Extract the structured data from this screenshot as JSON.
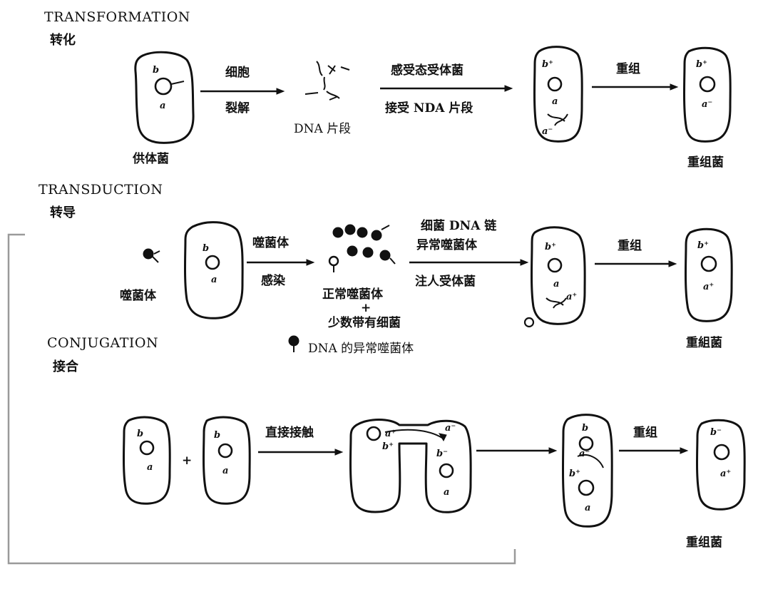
{
  "transformation": {
    "title_en": "TRANSFORMATION",
    "title_zh": "转化",
    "donor_label": "供体菌",
    "step1_top": "细胞",
    "step1_bottom": "裂解",
    "fragments_label": "DNA 片段",
    "step2_top": "感受态受体菌",
    "step2_bottom": "接受 NDA 片段",
    "step3_top": "重组",
    "result_label": "重组菌"
  },
  "transduction": {
    "title_en": "TRANSDUCTION",
    "title_zh": "转导",
    "phage_label": "噬菌体",
    "step1_top": "噬菌体",
    "step1_bottom": "感染",
    "progeny_line1": "正常噬菌体",
    "progeny_plus": "+",
    "progeny_line2": "少数带有细菌",
    "progeny_line3": "DNA 的异常噬菌体",
    "step2_top_line1": "细菌 DNA 链",
    "step2_top_line2": "异常噬菌体",
    "step2_bottom": "注人受体菌",
    "step3_top": "重组",
    "result_label": "重組菌"
  },
  "conjugation": {
    "title_en": "CONJUGATION",
    "title_zh": "接合",
    "plus": "+",
    "step1_top": "直接接触",
    "step3_top": "重组",
    "result_label": "重组菌"
  },
  "marker_letters": {
    "b": "b",
    "a": "a",
    "b_plus": "b⁺",
    "a_minus": "a⁻",
    "a_plus": "a⁺",
    "b_minus": "b⁻"
  }
}
